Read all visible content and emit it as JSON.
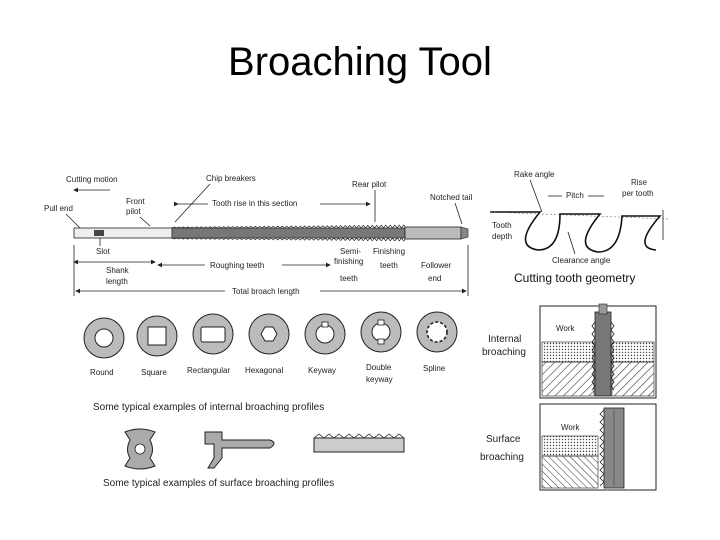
{
  "slide": {
    "title": "Broaching Tool"
  },
  "tool": {
    "cutting_motion": "Cutting motion",
    "pull_end": "Pull end",
    "front_pilot": [
      "Front",
      "pilot"
    ],
    "chip_breakers": "Chip breakers",
    "tooth_rise": "Tooth rise in this section",
    "rear_pilot": "Rear pilot",
    "notched_tail": "Notched tail",
    "slot": "Slot",
    "shank_length": [
      "Shank",
      "length"
    ],
    "roughing_teeth": "Roughing teeth",
    "semi_finishing": [
      "Semi-",
      "finishing",
      "teeth"
    ],
    "finishing_teeth": [
      "Finishing",
      "teeth"
    ],
    "follower_end": [
      "Follower",
      "end"
    ],
    "total_length": "Total broach length"
  },
  "geometry": {
    "rake_angle": "Rake angle",
    "pitch": "Pitch",
    "rise_per_tooth": [
      "Rise",
      "per tooth"
    ],
    "tooth_depth": [
      "Tooth",
      "depth"
    ],
    "clearance_angle": "Clearance angle",
    "caption": "Cutting tooth geometry"
  },
  "profiles": {
    "items": [
      "Round",
      "Square",
      "Rectangular",
      "Hexagonal",
      "Keyway",
      "Double keyway",
      "Spline"
    ],
    "double_keyway_lines": [
      "Double",
      "keyway"
    ],
    "caption_internal": "Some typical  examples of internal broaching profiles",
    "caption_surface": "Some typical  examples of surface broaching profiles"
  },
  "broaching": {
    "internal": [
      "Internal",
      "broaching"
    ],
    "surface": [
      "Surface",
      "broaching"
    ],
    "work": "Work"
  }
}
